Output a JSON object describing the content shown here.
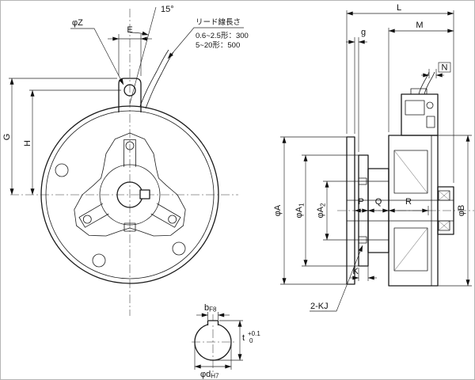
{
  "front": {
    "angle_label": "15°",
    "dim_e": "E",
    "dim_phi_z": "φZ",
    "dim_g": "G",
    "dim_h": "H",
    "lead_note_title": "リード線長さ",
    "lead_note_line1": "0.6~2.5形：300",
    "lead_note_line2": "5~20形：500"
  },
  "side": {
    "dim_l": "L",
    "dim_m": "M",
    "dim_gap": "g",
    "dim_n": "N",
    "dim_phi_a": "φA",
    "dim_phi_a1_base": "φA",
    "dim_phi_a1_sub": "1",
    "dim_phi_a2_base": "φA",
    "dim_phi_a2_sub": "2",
    "dim_phi_b": "φB",
    "dim_p": "P",
    "dim_q": "Q",
    "dim_r": "R",
    "dim_k": "K",
    "label_2kj": "2-KJ"
  },
  "detail": {
    "dim_b": "b",
    "dim_b_fit": "F8",
    "dim_t": "t",
    "dim_t_tol_upper": "+0.1",
    "dim_t_tol_lower": "0",
    "dim_d": "φd",
    "dim_d_fit": "H7"
  }
}
